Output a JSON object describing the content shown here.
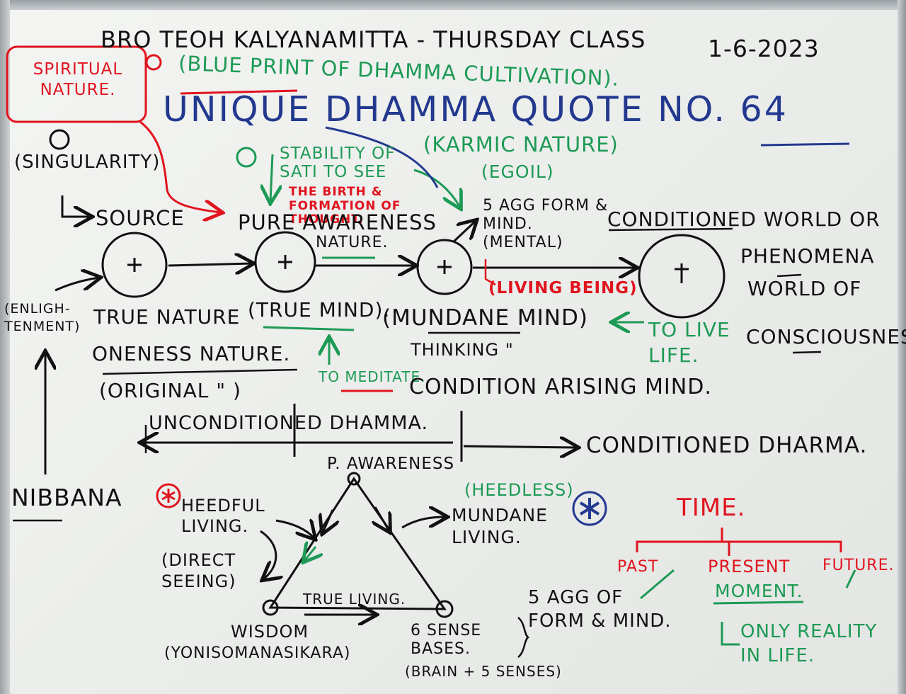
{
  "header": {
    "title": "BRO TEOH KALYANAMITTA - THURSDAY CLASS",
    "date": "1-6-2023",
    "subtitle": "(BLUE PRINT OF DHAMMA CULTIVATION).",
    "quote": "UNIQUE DHAMMA QUOTE NO. 64"
  },
  "left_notes": {
    "spiritual_nature": "SPIRITUAL NATURE.",
    "singularity": "(SINGULARITY)",
    "source": "SOURCE",
    "enlightenment": "(ENLIGH-TENMENT)",
    "nibbana": "NIBBANA"
  },
  "center_notes": {
    "stability": "STABILITY OF SATI TO SEE",
    "birth": "THE BIRTH & FORMATION OF THOUGHT.",
    "karmic_nature": "(KARMIC NATURE)",
    "egoil": "(EGOIL)",
    "five_agg": "5 AGG FORM & MIND. (MENTAL)",
    "pure_awareness": "PURE AWARENESS",
    "nature": "NATURE.",
    "living_being": "(LIVING BEING)",
    "true_nature": "TRUE NATURE",
    "true_mind": "(TRUE MIND).",
    "oneness_nature": "ONENESS NATURE.",
    "original": "(ORIGINAL \" )",
    "to_meditate": "TO MEDITATE.",
    "mundane_mind": "(MUNDANE MIND)",
    "thinking": "THINKING \"",
    "condition_arising": "CONDITION ARISING MIND.",
    "to_live_life": "TO LIVE LIFE."
  },
  "right_notes": {
    "conditioned_world": "CONDITIONED WORLD OR",
    "phenomena": "PHENOMENA",
    "world_of": "WORLD OF",
    "consciousness": "CONSCIOUSNESS."
  },
  "dhamma_axis": {
    "unconditioned": "UNCONDITIONED DHAMMA.",
    "conditioned": "CONDITIONED DHARMA."
  },
  "triangle": {
    "top": "P. AWARENESS",
    "heedful": "HEEDFUL LIVING.",
    "direct_seeing": "(DIRECT SEEING)",
    "heedless": "(HEEDLESS)",
    "mundane_living": "MUNDANE LIVING.",
    "true_living": "TRUE LIVING.",
    "wisdom": "WISDOM",
    "yoniso": "(YONISOMANASIKARA)",
    "six_sense": "6 SENSE BASES.",
    "brain": "(BRAIN + 5 SENSES)",
    "agg_form_mind": "5 AGG OF FORM & MIND."
  },
  "time": {
    "title": "TIME.",
    "past": "PAST",
    "present": "PRESENT",
    "future": "FUTURE.",
    "moment": "MOMENT.",
    "only_reality": "ONLY REALITY IN LIFE."
  },
  "colors": {
    "black_marker": "#111111",
    "red_marker": "#e0141e",
    "green_marker": "#1d9a55",
    "blue_marker": "#23398f"
  }
}
